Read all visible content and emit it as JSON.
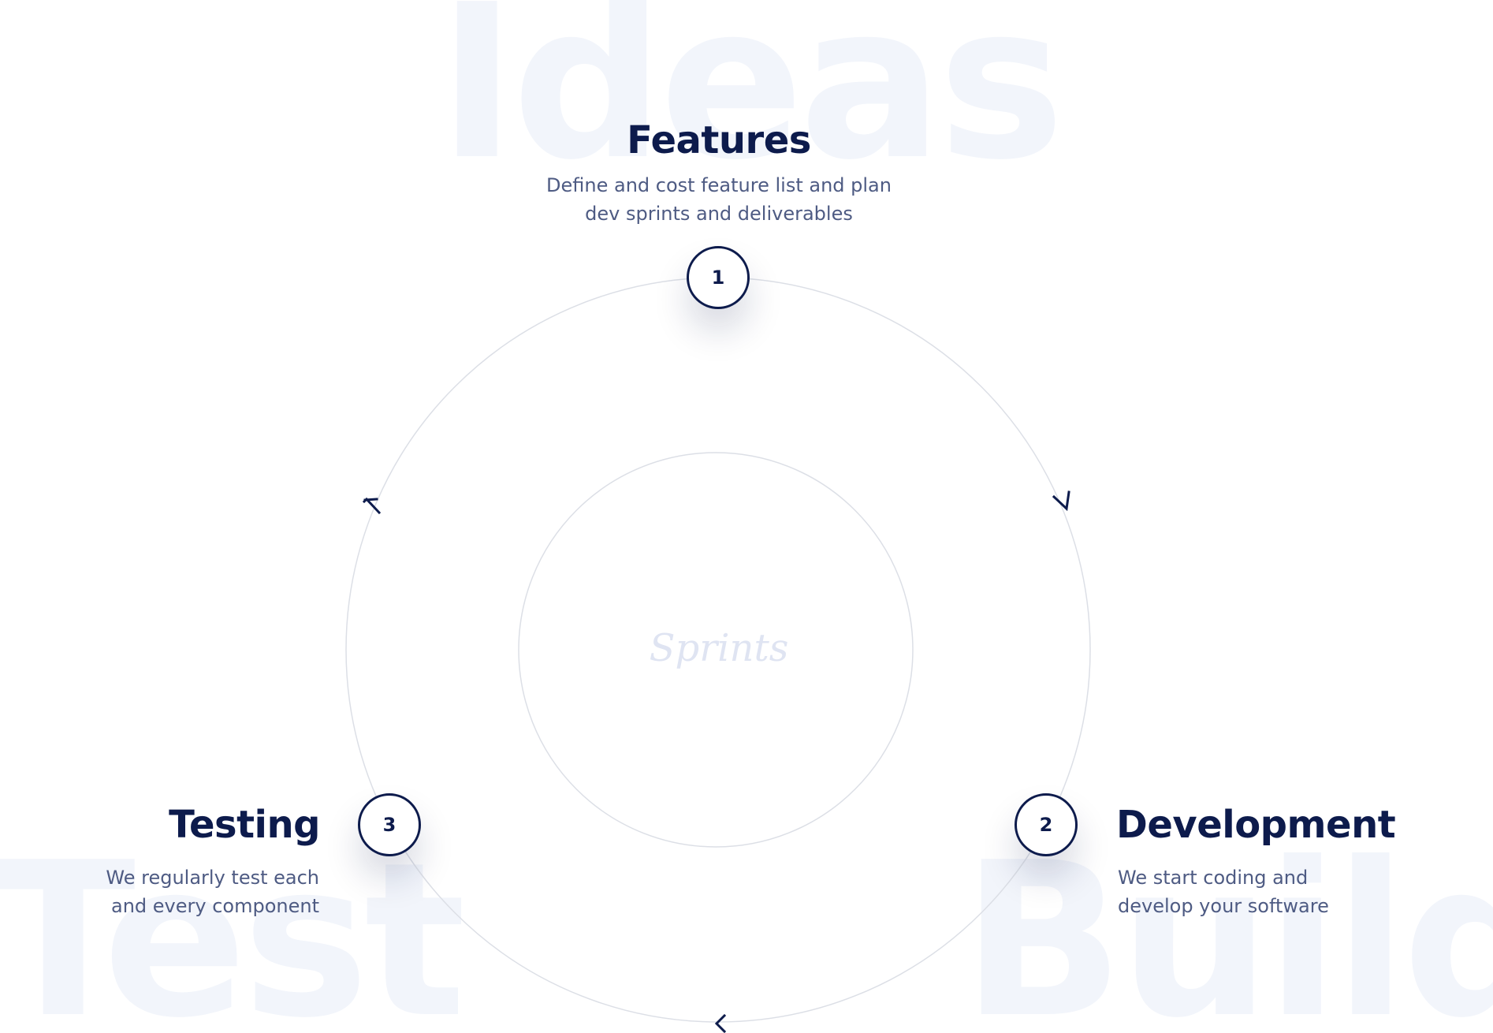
{
  "background_words": {
    "top": "Ideas",
    "bottom_left": "Test",
    "bottom_right": "Build"
  },
  "center_label": "Sprints",
  "colors": {
    "navy": "#0d1b4c",
    "text_muted": "#4e5b83",
    "ring": "#dcdfe6",
    "background_word": "#f2f5fb",
    "center_label": "#dfe4f2"
  },
  "steps": [
    {
      "number": "1",
      "title": "Features",
      "description_line1": "Define and cost feature list and plan",
      "description_line2": "dev sprints and deliverables"
    },
    {
      "number": "2",
      "title": "Development",
      "description_line1": "We start coding and",
      "description_line2": "develop your software"
    },
    {
      "number": "3",
      "title": "Testing",
      "description_line1": "We regularly test each",
      "description_line2": "and every component"
    }
  ],
  "flow_arrows": [
    {
      "from": "1",
      "to": "2",
      "icon": "chevron-arrow-icon"
    },
    {
      "from": "2",
      "to": "3",
      "icon": "chevron-arrow-icon"
    },
    {
      "from": "3",
      "to": "1",
      "icon": "chevron-arrow-icon"
    }
  ]
}
